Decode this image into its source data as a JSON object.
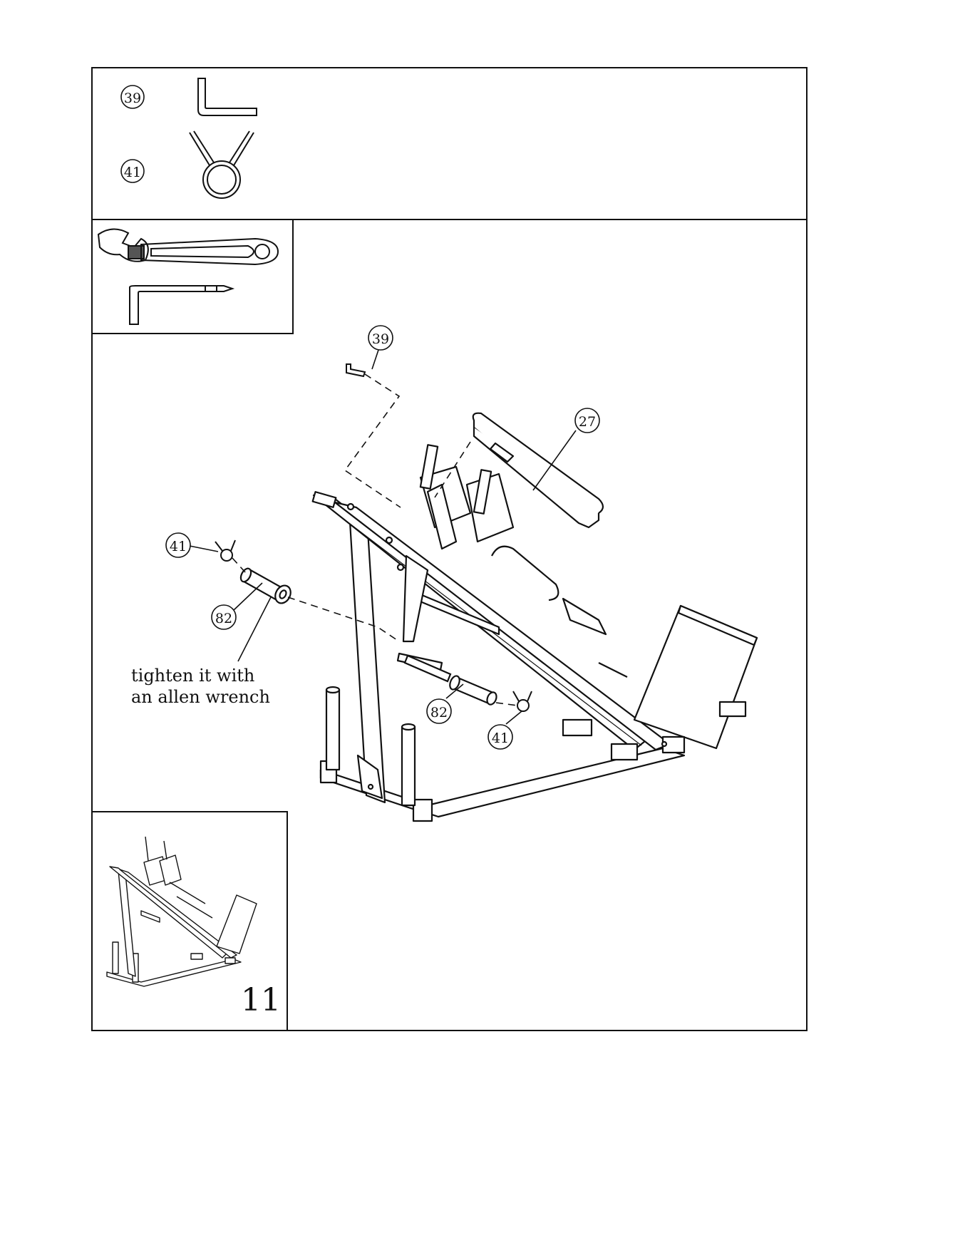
{
  "parts_legend": [
    {
      "number": "39",
      "icon": "allen-pin-icon"
    },
    {
      "number": "41",
      "icon": "spring-clip-icon"
    }
  ],
  "tools": [
    {
      "icon": "adjustable-wrench-icon"
    },
    {
      "icon": "allen-key-icon"
    }
  ],
  "callouts": {
    "pin": "39",
    "seat_pad": "27",
    "clip_left": "41",
    "sleeve_left": "82",
    "sleeve_right": "82",
    "clip_right": "41"
  },
  "note_line1": "tighten it with",
  "note_line2": "an allen wrench",
  "step_number": "11"
}
